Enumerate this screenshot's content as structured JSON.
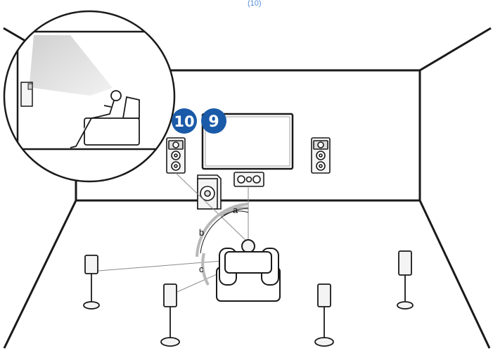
{
  "badges": [
    {
      "number": "10",
      "color": "#1a5aa8"
    },
    {
      "number": "9",
      "color": "#1a5aa8"
    }
  ],
  "angles": {
    "a": "a",
    "b": "b",
    "c": "c"
  },
  "colors": {
    "line": "#1a1a1a",
    "speaker_fill": "#f4f4f4",
    "guide": "#7a7a7a",
    "arc": "#b8b8b8"
  },
  "header_fragment": "(10)"
}
